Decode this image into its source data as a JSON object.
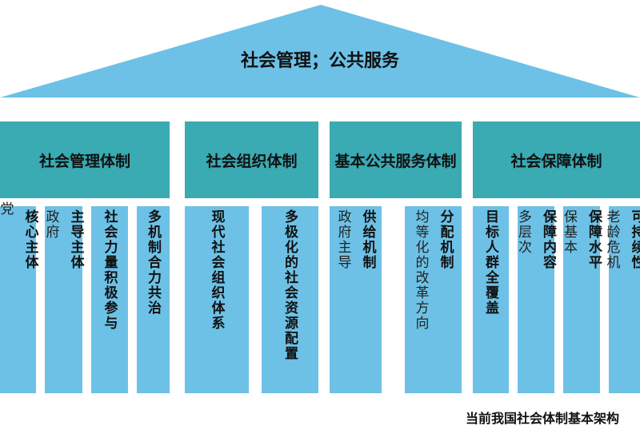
{
  "roof": {
    "title": "社会管理；公共服务"
  },
  "sections": [
    {
      "header": "社会管理体制",
      "pillars": [
        {
          "bold": "核心主体",
          "normal": "党"
        },
        {
          "bold": "主导主体",
          "normal": "政府"
        },
        {
          "bold": "社会力量积极参与",
          "normal": ""
        },
        {
          "bold": "多机制合力共治",
          "normal": ""
        }
      ]
    },
    {
      "header": "社会组织体制",
      "pillars": [
        {
          "bold": "现代社会组织体系",
          "normal": ""
        },
        {
          "bold": "多极化的社会资源配置",
          "normal": ""
        }
      ]
    },
    {
      "header": "基本公共服务体制",
      "pillars": [
        {
          "bold": "供给机制",
          "normal": "政府主导"
        },
        {
          "bold": "分配机制",
          "normal": "均等化的改革方向"
        }
      ]
    },
    {
      "header": "社会保障体制",
      "pillars": [
        {
          "bold": "目标人群全覆盖",
          "normal": ""
        },
        {
          "bold": "保障内容",
          "normal": "多层次"
        },
        {
          "bold": "保障水平",
          "normal": "保基本"
        },
        {
          "bold": "可持续性",
          "normal": "老龄危机"
        }
      ]
    }
  ],
  "caption": "当前我国社会体制基本架构",
  "colors": {
    "roof": "#6dc1e6",
    "header": "#3aaab3",
    "pillar": "#6dc1e6"
  }
}
